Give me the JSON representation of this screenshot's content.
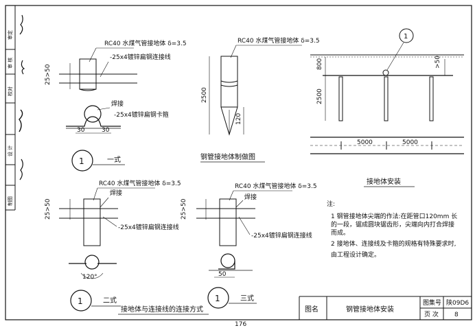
{
  "sheet": {
    "page_number": "176",
    "title_block": {
      "label_tumin": "图名",
      "drawing_name": "钢管接地体安装",
      "label_atlas": "图集号",
      "atlas_number": "陕09D6",
      "label_page": "页 次",
      "page_value": "8"
    },
    "left_strip": {
      "labels": [
        "审定",
        "审 核",
        "校对",
        "设 计",
        "制图"
      ],
      "signature_note": "handwritten signatures"
    }
  },
  "fig1": {
    "material": "RC40 水煤气管接地体 δ=3.5",
    "strap": "-25x4镀锌扁钢连接线",
    "weld": "焊接",
    "clamp": "-25x4镀锌扁钢卡箍",
    "dim_height": "25>50",
    "dim_left": "30",
    "dim_right": "30",
    "circle_no": "1",
    "style_label": "一式"
  },
  "fig_pipe": {
    "material": "RC40 水煤气管接地体 δ=3.5",
    "dim_total": "2500",
    "dim_tip": "120",
    "caption": "钢管接地体制做图"
  },
  "fig_install": {
    "circle_no": "1",
    "dim_800": "800",
    "dim_50": ">50",
    "dim_2500": "2500",
    "dim_span1": "5000",
    "dim_span2": "5000",
    "caption": "接地体安装"
  },
  "fig2": {
    "material": "RC40 水煤气管接地体 δ=3.5",
    "weld": "焊接",
    "strap": "-25x4镀锌扁钢连接线",
    "dim_height": "25>50",
    "angle": "120°",
    "circle_no": "1",
    "style_label": "二式"
  },
  "fig3": {
    "material": "RC40 水煤气管接地体 δ=3.5",
    "weld": "焊接",
    "strap": "-25x4镀锌扁钢连接线",
    "dim_height": "25>50",
    "dim_bottom": "50",
    "circle_no": "1",
    "style_label": "三式"
  },
  "bottom_caption": "接地体与连接线的连接方式",
  "notes": {
    "title": "注:",
    "items": [
      "1 钢管接地体尖端的作法:在距管口120mm 长",
      "的一段，锯成圆块锯齿形，尖端向内打合焊接",
      "而成。",
      "2 接地体、连接线及卡箍的规格有特殊要求时,",
      "由工程设计确定。"
    ]
  }
}
